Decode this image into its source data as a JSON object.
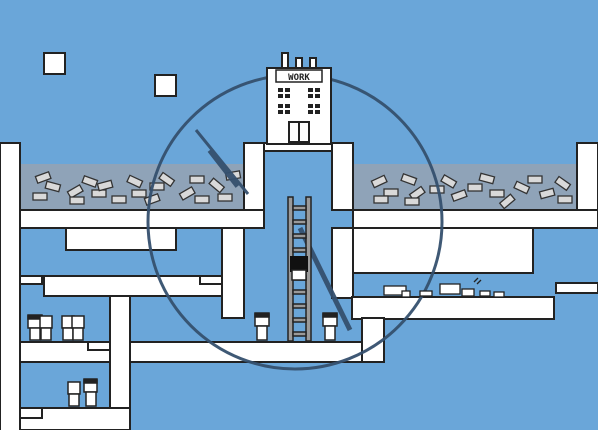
{
  "scene": {
    "type": "pixel-art side-scroller / puzzle scene",
    "colors": {
      "sky": "#6aa6d9",
      "wall": "#ffffff",
      "outline": "#222222",
      "water": "#8fa3b8",
      "clock": "#35506e",
      "ladder": "#8a8a8a",
      "money": "#d9d9d9"
    },
    "building": {
      "sign_text": "WORK"
    },
    "icons": [
      "clock-face",
      "ladder",
      "money-bill",
      "worker-sprite",
      "office-building"
    ]
  }
}
